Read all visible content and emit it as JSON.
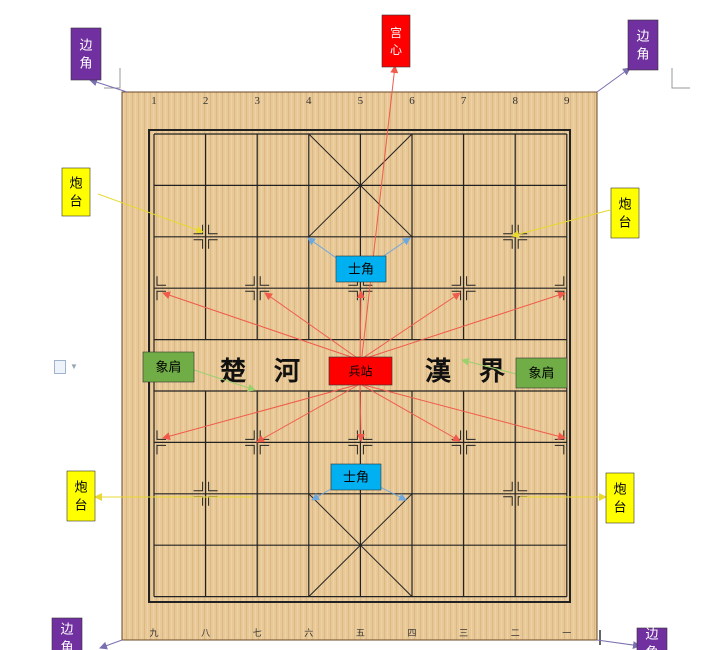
{
  "board": {
    "top_numbers": [
      "1",
      "2",
      "3",
      "4",
      "5",
      "6",
      "7",
      "8",
      "9"
    ],
    "bottom_numbers": [
      "九",
      "八",
      "七",
      "六",
      "五",
      "四",
      "三",
      "二",
      "一"
    ],
    "river_left": [
      "楚",
      "河"
    ],
    "river_right": [
      "漢",
      "界"
    ]
  },
  "labels": {
    "corner": "边角",
    "palace_center": "宫心",
    "cannon_post": "炮台",
    "advisor_corner": "士角",
    "elephant_shoulder": "象肩",
    "soldier_station": "兵站"
  },
  "colors": {
    "purple": "#7030a0",
    "red": "#ff0000",
    "yellow": "#ffff00",
    "blue": "#00b0f0",
    "green": "#70ad47",
    "arrow_red": "#f05a4a",
    "arrow_blue": "#6fa8dc",
    "arrow_green": "#9ccf6e",
    "arrow_yellow": "#f2e64a",
    "wood": "#e8c896"
  }
}
